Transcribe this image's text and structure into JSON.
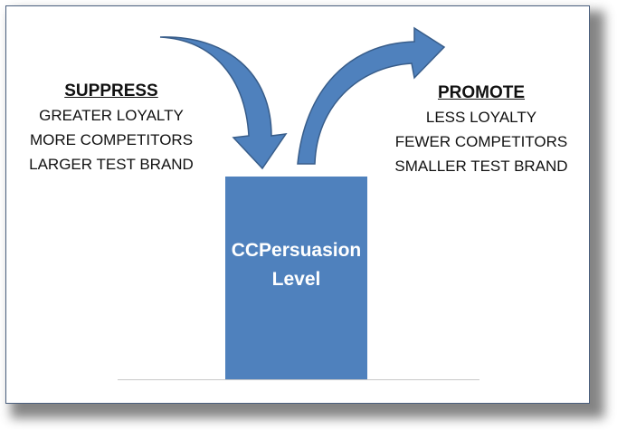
{
  "colors": {
    "arrow_fill": "#4f81bd",
    "arrow_stroke": "#385d8a",
    "box_fill": "#4f81bd",
    "text": "#111111",
    "frame_border": "#4a5f7e"
  },
  "icons": {
    "left_arrow": "curved-arrow-down-icon",
    "right_arrow": "curved-arrow-up-icon"
  },
  "suppress": {
    "heading": "SUPPRESS",
    "items": [
      "GREATER LOYALTY",
      "MORE COMPETITORS",
      "LARGER TEST BRAND"
    ]
  },
  "promote": {
    "heading": "PROMOTE",
    "items": [
      "LESS LOYALTY",
      "FEWER COMPETITORS",
      "SMALLER TEST BRAND"
    ]
  },
  "level_box": {
    "line1": "CCPersuasion",
    "line2": "Level"
  }
}
